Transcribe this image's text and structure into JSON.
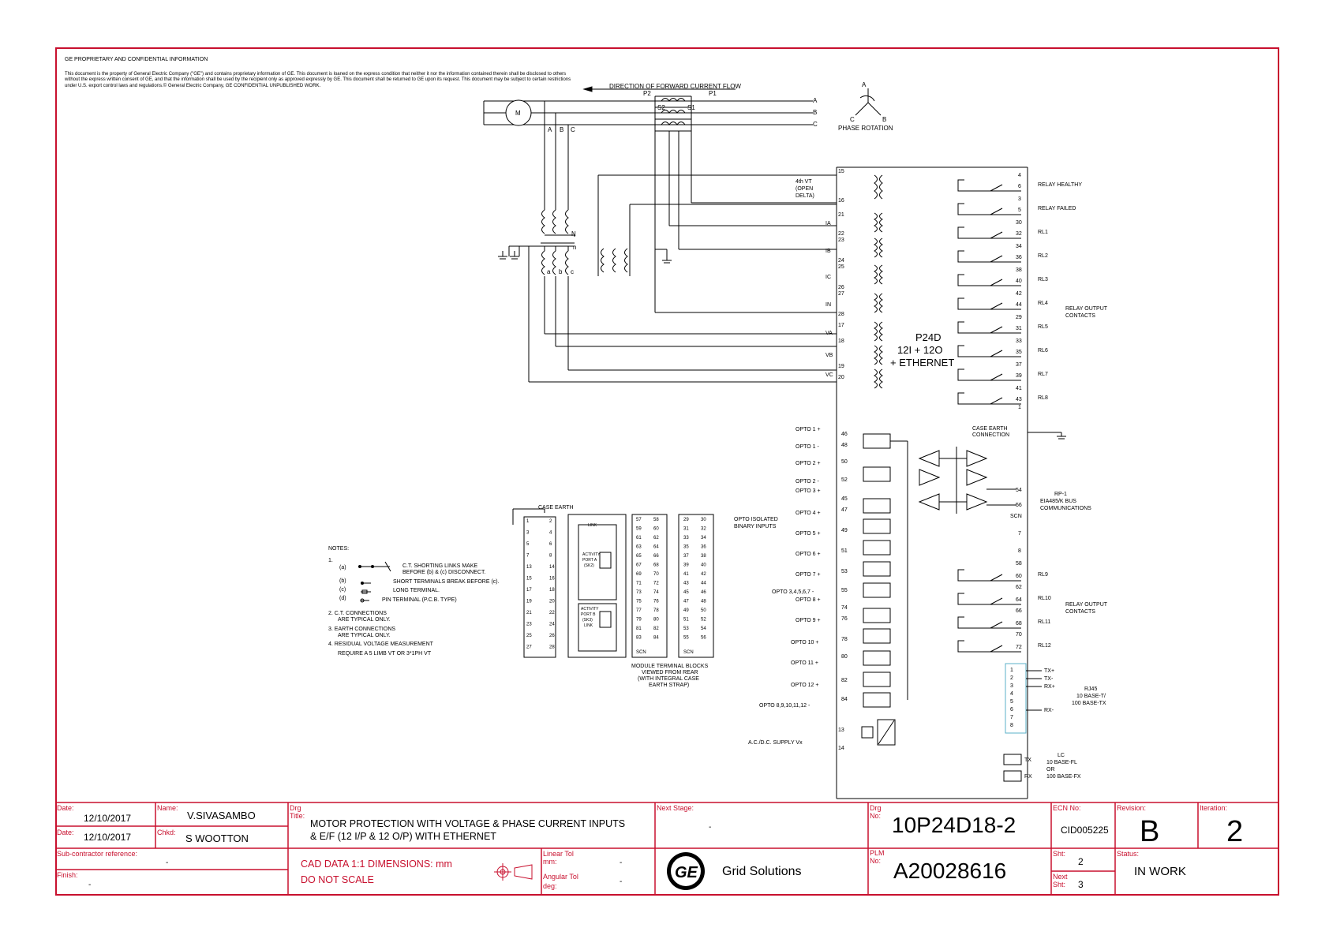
{
  "header": {
    "proprietary": "GE PROPRIETARY AND CONFIDENTIAL INFORMATION",
    "notice_1": "This document is the property of General Electric Company (\"GE\") and contains proprietary information of GE. This document is loaned on the express condition that neither it nor the information contained therein shall be disclosed to others",
    "notice_2": "without the express written consent of GE, and that the information shall be used by the recipient only as approved expressly by GE. This document shall be returned to GE upon its request. This document may be subject to certain restrictions",
    "notice_3": "under U.S. export control laws and regulations.© General Electric Company, GE CONFIDENTIAL UNPUBLISHED WORK."
  },
  "power": {
    "direction_label": "DIRECTION OF FORWARD CURRENT FLOW",
    "motor": "M",
    "phases": [
      "A",
      "B",
      "C"
    ],
    "p2": "P2",
    "p1": "P1",
    "s2": "S2",
    "s1": "S1",
    "rotation_label": "PHASE ROTATION",
    "rot_a": "A",
    "rot_b": "B",
    "rot_c": "C",
    "vt_n": "N",
    "vt_n_small": "n",
    "vt_a": "a",
    "vt_b": "b",
    "vt_c": "c"
  },
  "relay": {
    "name": "P24D",
    "variant": "12I + 12O",
    "ethernet": "+ ETHERNET",
    "vt4_label_1": "4th VT",
    "vt4_label_2": "(OPEN",
    "vt4_label_3": "DELTA)",
    "current_inputs": [
      {
        "label": "IA",
        "t1": "21",
        "t2": "22",
        "t3": "23"
      },
      {
        "label": "IB",
        "t1": "24",
        "t2": "25",
        "t3": ""
      },
      {
        "label": "IC",
        "t1": "26",
        "t2": "27",
        "t3": ""
      },
      {
        "label": "IN",
        "t1": "28",
        "t2": "",
        "t3": ""
      }
    ],
    "voltage_inputs": [
      {
        "label": "VA",
        "t": "17"
      },
      {
        "label": "VB",
        "t": "18"
      },
      {
        "label": "VC",
        "t": "19"
      },
      {
        "label": "",
        "t": "20"
      }
    ],
    "t15": "15",
    "t16": "16",
    "outputs": [
      {
        "a": "4",
        "b": "6",
        "label": "RELAY HEALTHY"
      },
      {
        "a": "3",
        "b": "5",
        "label": "RELAY FAILED"
      },
      {
        "a": "30",
        "b": "32",
        "label": "RL1"
      },
      {
        "a": "34",
        "b": "36",
        "label": "RL2"
      },
      {
        "a": "38",
        "b": "40",
        "label": "RL3"
      },
      {
        "a": "42",
        "b": "44",
        "label": "RL4"
      },
      {
        "a": "29",
        "b": "31",
        "label": "RL5"
      },
      {
        "a": "33",
        "b": "35",
        "label": "RL6"
      },
      {
        "a": "37",
        "b": "39",
        "label": "RL7"
      },
      {
        "a": "41",
        "b": "43",
        "label": "RL8"
      }
    ],
    "outputs_label_1": "RELAY OUTPUT",
    "outputs_label_2": "CONTACTS",
    "t1": "1",
    "case_earth_1": "CASE EARTH",
    "case_earth_2": "CONNECTION",
    "rp1_1": "RP-1",
    "rp1_2": "EIA485/K BUS",
    "rp1_3": "COMMUNICATIONS",
    "t54": "54",
    "t56": "56",
    "scn": "SCN",
    "t7": "7",
    "t8": "8",
    "outputs2": [
      {
        "a": "58",
        "b": "60",
        "label": "RL9"
      },
      {
        "a": "62",
        "b": "64",
        "label": "RL10"
      },
      {
        "a": "66",
        "b": "68",
        "label": "RL11"
      },
      {
        "a": "70",
        "b": "72",
        "label": "RL12"
      }
    ],
    "rj45_pins": [
      "1",
      "2",
      "3",
      "4",
      "5",
      "6",
      "7",
      "8"
    ],
    "tx_plus": "TX+",
    "tx_minus": "TX-",
    "rx_plus": "RX+",
    "rx_minus": "RX-",
    "rj45_1": "RJ45",
    "rj45_2": "10 BASE-T/",
    "rj45_3": "100 BASE-TX",
    "lc_1": "LC",
    "lc_2": "10 BASE-FL",
    "lc_3": "OR",
    "lc_4": "100 BASE-FX",
    "tx": "TX",
    "rx": "RX",
    "opto_isolated_1": "OPTO ISOLATED",
    "opto_isolated_2": "BINARY INPUTS",
    "supply_label": "A.C./D.C. SUPPLY Vx",
    "t13": "13",
    "t14": "14",
    "optos": [
      {
        "label": "OPTO 1 +",
        "t": "46"
      },
      {
        "label": "OPTO 1 -",
        "t": "48"
      },
      {
        "label": "OPTO 2 +",
        "t": "50"
      },
      {
        "label": "OPTO 2 -",
        "t": "52"
      },
      {
        "label": "OPTO 3 +",
        "t": "45"
      },
      {
        "label": "OPTO 4 +",
        "t": "47"
      },
      {
        "label": "OPTO 5 +",
        "t": "49"
      },
      {
        "label": "OPTO 6 +",
        "t": "51"
      },
      {
        "label": "OPTO 7 +",
        "t": "53"
      },
      {
        "label": "OPTO 3,4,5,6,7 -",
        "t": "55"
      },
      {
        "label": "OPTO 8 +",
        "t": "74"
      },
      {
        "label": "OPTO 9 +",
        "t": "76"
      },
      {
        "label": "OPTO 10 +",
        "t": "78"
      },
      {
        "label": "OPTO 11 +",
        "t": "80"
      },
      {
        "label": "OPTO 12 +",
        "t": "82"
      },
      {
        "label": "OPTO 8,9,10,11,12 -",
        "t": "84"
      }
    ]
  },
  "notes": {
    "title": "NOTES:",
    "n1": "1.",
    "a": "(a)",
    "a_text_1": "C.T. SHORTING LINKS MAKE",
    "a_text_2": "BEFORE (b) & (c) DISCONNECT.",
    "b": "(b)",
    "b_text": "SHORT TERMINALS BREAK BEFORE (c).",
    "c": "(c)",
    "c_text": "LONG TERMINAL.",
    "d": "(d)",
    "d_text": "PIN TERMINAL (P.C.B. TYPE)",
    "n2_1": "2. C.T. CONNECTIONS",
    "n2_2": "ARE TYPICAL ONLY.",
    "n3_1": "3. EARTH CONNECTIONS",
    "n3_2": "ARE TYPICAL ONLY.",
    "n4_1": "4. RESIDUAL VOLTAGE MEASUREMENT",
    "n4_2": "REQUIRE A 5 LIMB VT OR 3*1PH VT"
  },
  "terminal_blocks": {
    "case_earth": "CASE EARTH",
    "left_col": [
      [
        "1",
        "2"
      ],
      [
        "3",
        "4"
      ],
      [
        "5",
        "6"
      ],
      [
        "7",
        "8"
      ],
      [
        "13",
        "14"
      ],
      [
        "15",
        "16"
      ],
      [
        "17",
        "18"
      ],
      [
        "19",
        "20"
      ],
      [
        "21",
        "22"
      ],
      [
        "23",
        "24"
      ],
      [
        "25",
        "26"
      ],
      [
        "27",
        "28"
      ]
    ],
    "block_a": [
      [
        "57",
        "58"
      ],
      [
        "59",
        "60"
      ],
      [
        "61",
        "62"
      ],
      [
        "63",
        "64"
      ],
      [
        "65",
        "66"
      ],
      [
        "67",
        "68"
      ],
      [
        "69",
        "70"
      ],
      [
        "71",
        "72"
      ],
      [
        "73",
        "74"
      ],
      [
        "75",
        "76"
      ],
      [
        "77",
        "78"
      ],
      [
        "79",
        "80"
      ],
      [
        "81",
        "82"
      ],
      [
        "83",
        "84"
      ]
    ],
    "block_b": [
      [
        "29",
        "30"
      ],
      [
        "31",
        "32"
      ],
      [
        "33",
        "34"
      ],
      [
        "35",
        "36"
      ],
      [
        "37",
        "38"
      ],
      [
        "39",
        "40"
      ],
      [
        "41",
        "42"
      ],
      [
        "43",
        "44"
      ],
      [
        "45",
        "46"
      ],
      [
        "47",
        "48"
      ],
      [
        "49",
        "50"
      ],
      [
        "51",
        "52"
      ],
      [
        "53",
        "54"
      ],
      [
        "55",
        "56"
      ]
    ],
    "scn": "SCN",
    "caption_1": "MODULE TERMINAL BLOCKS",
    "caption_2": "VIEWED FROM REAR",
    "caption_3": "(WITH INTEGRAL CASE",
    "caption_4": "EARTH STRAP)",
    "link": "LINK",
    "activity_a": "ACTIVITY",
    "port_a": "PORT A",
    "sk2": "(SK2)",
    "activity_b": "ACTIVITY",
    "port_b": "PORT B",
    "sk3": "(SK3)",
    "link_b": "LINK"
  },
  "title_block": {
    "date_label": "Date:",
    "date_1": "12/10/2017",
    "date_2": "12/10/2017",
    "name_label": "Name:",
    "name": "V.SIVASAMBO",
    "chkd_label": "Chkd:",
    "chkd": "S WOOTTON",
    "subcontractor_label": "Sub-contractor reference:",
    "subcontractor": "-",
    "finish_label": "Finish:",
    "finish": "-",
    "drg_title_label_1": "Drg",
    "drg_title_label_2": "Title:",
    "title_1": "MOTOR PROTECTION WITH VOLTAGE & PHASE CURRENT INPUTS",
    "title_2": "& E/F (12 I/P & 12 O/P) WITH ETHERNET",
    "cad_1": "CAD DATA 1:1 DIMENSIONS: mm",
    "cad_2": "DO NOT SCALE",
    "linear_tol_1": "Linear Tol",
    "linear_tol_2": "mm:",
    "linear_tol": "-",
    "angular_tol_1": "Angular Tol",
    "angular_tol_2": "deg:",
    "angular_tol": "-",
    "next_stage_label": "Next Stage:",
    "next_stage": "-",
    "company": "Grid Solutions",
    "drg_no_label_1": "Drg",
    "drg_no_label_2": "No:",
    "drg_no": "10P24D18-2",
    "plm_label_1": "PLM",
    "plm_label_2": "No:",
    "plm_no": "A20028616",
    "ecn_label": "ECN No:",
    "ecn": "CID005225",
    "revision_label": "Revision:",
    "revision": "B",
    "iteration_label": "Iteration:",
    "iteration": "2",
    "sht_label": "Sht:",
    "sht": "2",
    "next_sht_label_1": "Next",
    "next_sht_label_2": "Sht:",
    "next_sht": "3",
    "status_label": "Status:",
    "status": "IN WORK"
  }
}
